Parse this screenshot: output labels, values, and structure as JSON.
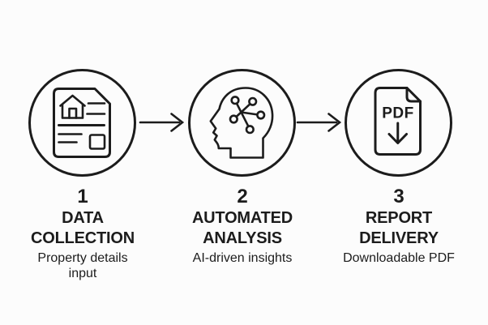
{
  "diagram": {
    "background": "#fcfcfc",
    "line_color": "#1c1c1c",
    "steps": [
      {
        "number": "1",
        "title_lines": [
          "DATA",
          "COLLECTION"
        ],
        "subtitle_lines": [
          "Property details",
          "input"
        ],
        "icon": "property-document-icon"
      },
      {
        "number": "2",
        "title_lines": [
          "AUTOMATED",
          "ANALYSIS"
        ],
        "subtitle_lines": [
          "AI-driven insights"
        ],
        "icon": "ai-head-icon"
      },
      {
        "number": "3",
        "title_lines": [
          "REPORT",
          "DELIVERY"
        ],
        "subtitle_lines": [
          "Downloadable PDF"
        ],
        "icon": "pdf-download-icon"
      }
    ],
    "pdf_icon_label": "PDF"
  }
}
